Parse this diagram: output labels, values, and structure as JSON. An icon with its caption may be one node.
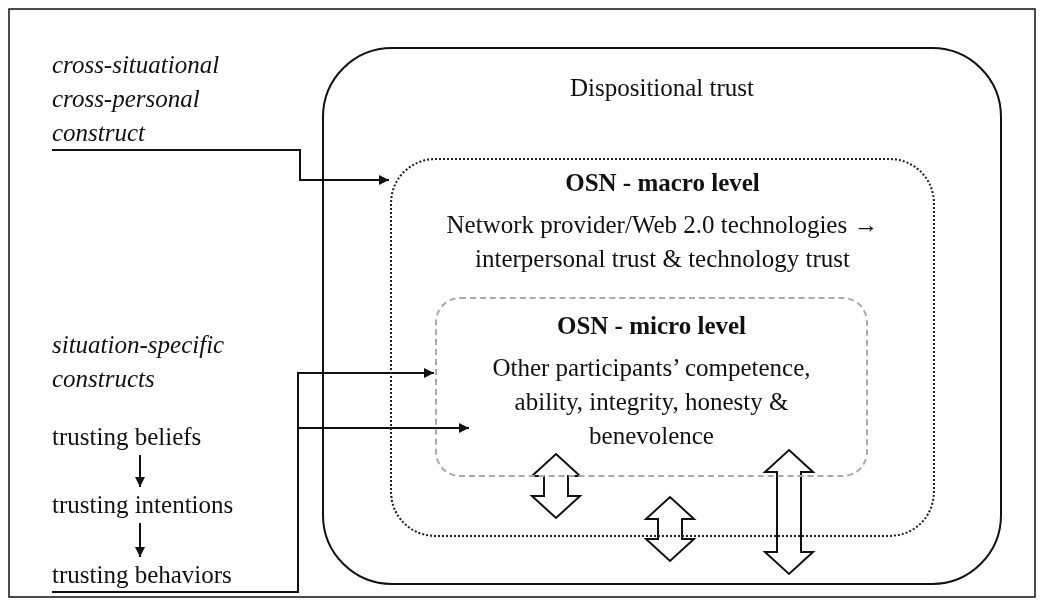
{
  "diagram": {
    "nodes": [
      {
        "text": [
          "cross-situational cross-personal construct"
        ]
      },
      {
        "text": [
          "Dispositional trust"
        ]
      },
      {
        "text": [
          "OSN - macro level",
          "Network provider/Web 2.0 technologies → interpersonal trust & technology trust"
        ],
        "in": 1
      },
      {
        "text": [
          "OSN - micro level",
          "Other participants’ competence, ability, integrity, honesty & benevolence"
        ],
        "in": 2
      },
      {
        "text": [
          "trusting beliefs"
        ]
      },
      {
        "text": [
          "trusting intentions"
        ]
      },
      {
        "text": [
          "trusting behaviors"
        ]
      }
    ],
    "edges": [
      {
        "from": 0,
        "to": 2,
        "arrow": "to"
      },
      {
        "from": 6,
        "to": 3,
        "arrow": "to"
      },
      {
        "from": 6,
        "to": 3,
        "arrow": "to"
      },
      {
        "from": 4,
        "to": 5,
        "arrow": "to"
      },
      {
        "from": 5,
        "to": 6,
        "arrow": "to"
      },
      {
        "from": 3,
        "to": 2,
        "arrow": "both"
      },
      {
        "from": 2,
        "to": 1,
        "arrow": "both"
      },
      {
        "from": 3,
        "to": 1,
        "arrow": "both"
      }
    ],
    "labels": [
      "situation-specific constructs"
    ]
  }
}
